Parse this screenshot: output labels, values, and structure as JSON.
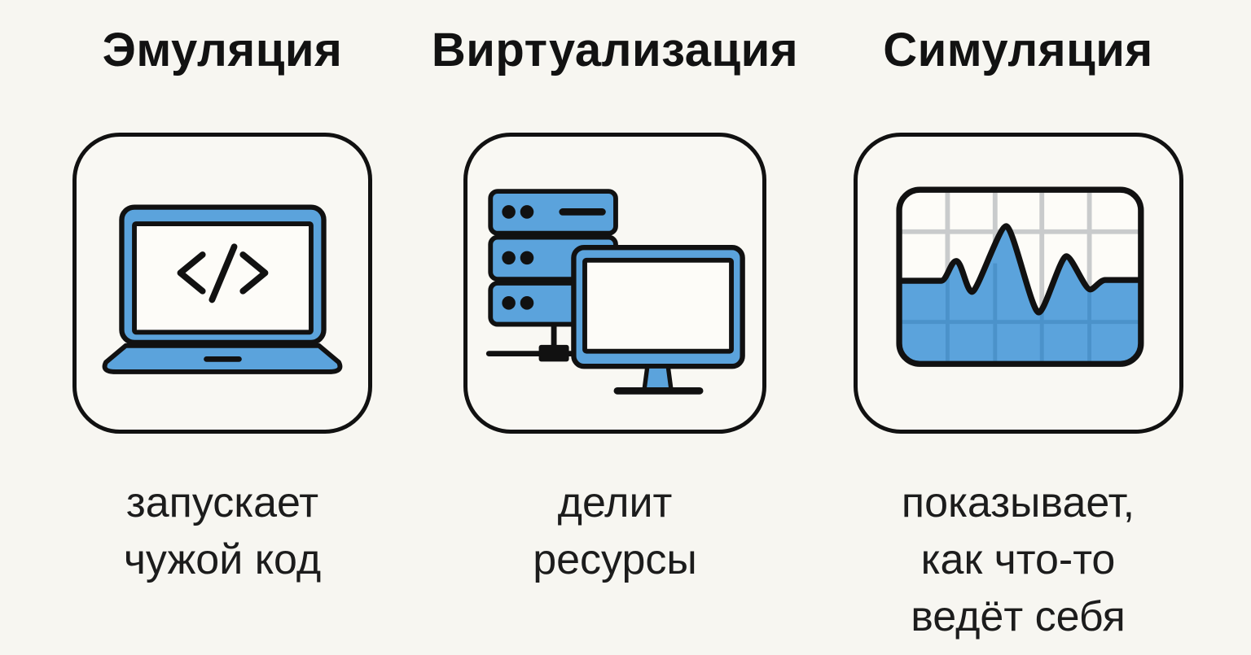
{
  "meta": {
    "background_color": "#F7F6F1",
    "ink_color": "#111111",
    "accent_blue": "#5BA3DC",
    "screen_white": "#FDFCF8",
    "grid_gray": "#C9CBCC",
    "grid_blue_dark": "#4B92CA"
  },
  "columns": [
    {
      "title": "Эмуляция",
      "icon": "laptop-code-icon",
      "caption_lines": [
        "запускает",
        "чужой код"
      ]
    },
    {
      "title": "Виртуализация",
      "icon": "server-monitor-icon",
      "caption_lines": [
        "делит",
        "ресурсы"
      ]
    },
    {
      "title": "Симуляция",
      "icon": "waveform-chart-icon",
      "caption_lines": [
        "показывает,",
        "как что-то",
        "ведёт себя"
      ]
    }
  ]
}
